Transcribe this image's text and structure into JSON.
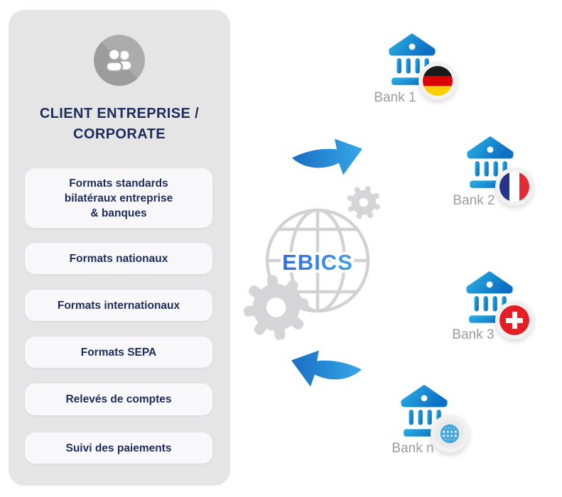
{
  "client_panel": {
    "title_line1": "CLIENT ENTREPRISE /",
    "title_line2": "CORPORATE",
    "avatar_icon": "users-icon",
    "capabilities": [
      "Formats standards\nbilatéraux entreprise\n& banques",
      "Formats nationaux",
      "Formats internationaux",
      "Formats SEPA",
      "Relevés de comptes",
      "Suivi des paiements"
    ]
  },
  "hub": {
    "label": "EBICS",
    "icons": [
      "globe-icon",
      "gear-icon-large",
      "gear-icon-small",
      "arrow-up-right-icon",
      "arrow-left-icon"
    ]
  },
  "banks": [
    {
      "label": "Bank 1",
      "flag": "germany"
    },
    {
      "label": "Bank 2",
      "flag": "france"
    },
    {
      "label": "Bank 3",
      "flag": "switzerland"
    },
    {
      "label": "Bank n",
      "flag": "international-globe"
    }
  ],
  "colors": {
    "panel_bg": "#e5e5e6",
    "card_bg": "#f8f8fa",
    "navy_text": "#1f2b5b",
    "bank_blue_light": "#2ab1e6",
    "bank_blue_dark": "#0d6fc2",
    "arrow_blue_dark": "#1a6ec2",
    "arrow_blue_light": "#35a7e8",
    "ebics_gradient_start": "#2b5fe3",
    "ebics_gradient_end": "#44aae8",
    "gray_icon": "#d4d4d6",
    "label_gray": "#9b9b9b"
  }
}
